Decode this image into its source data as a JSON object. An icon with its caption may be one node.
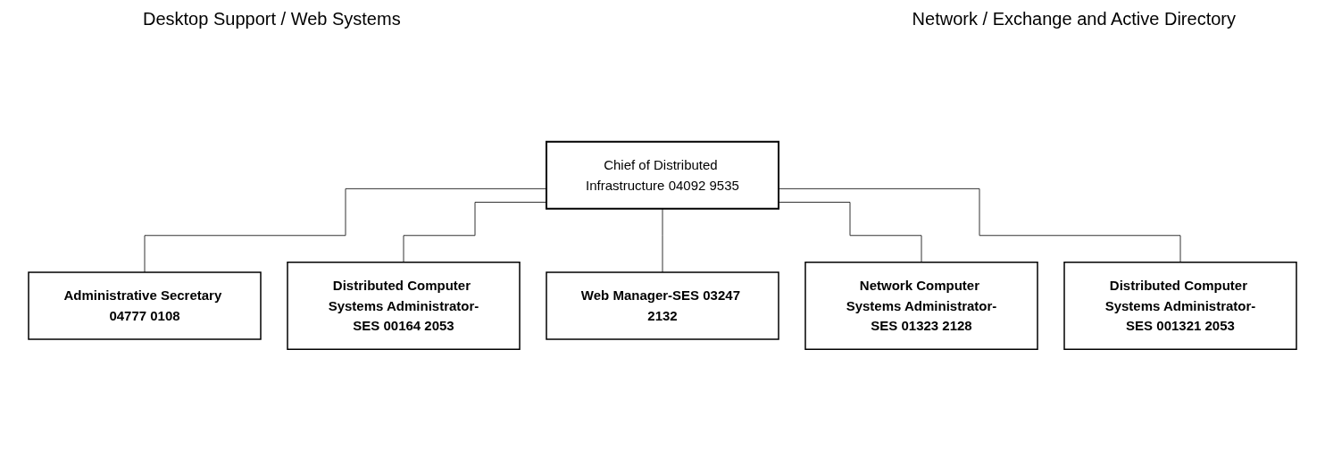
{
  "diagram": {
    "nodes": [
      {
        "text": [
          "Chief of Distributed Infrastructure 04092 9535"
        ]
      },
      {
        "text": [
          "Administrative Secretary 04777 0108"
        ]
      },
      {
        "text": [
          "Distributed Computer Systems Administrator-SES 00164 2053"
        ]
      },
      {
        "text": [
          "Web Manager-SES 03247 2132"
        ]
      },
      {
        "text": [
          "Network Computer Systems Administrator-SES 01323 2128"
        ]
      },
      {
        "text": [
          "Distributed Computer Systems Administrator-SES 001321 2053"
        ]
      }
    ],
    "edges": [
      {
        "from": 0,
        "to": 1,
        "arrow": "none"
      },
      {
        "from": 0,
        "to": 2,
        "arrow": "none"
      },
      {
        "from": 0,
        "to": 3,
        "arrow": "none"
      },
      {
        "from": 0,
        "to": 4,
        "arrow": "none"
      },
      {
        "from": 0,
        "to": 5,
        "arrow": "none"
      }
    ],
    "labels": [
      "Desktop Support / Web Systems",
      "Network / Exchange and Active Directory"
    ]
  }
}
